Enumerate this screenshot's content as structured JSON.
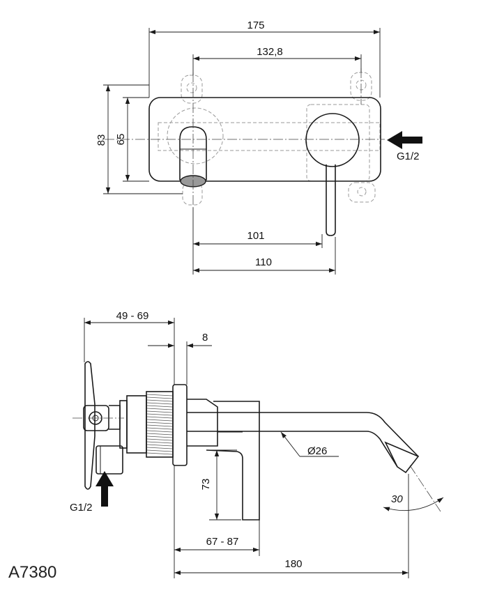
{
  "product_code": "A7380",
  "front_view": {
    "dim_width_total": "175",
    "dim_mount_spacing": "132,8",
    "dim_height_outer": "83",
    "dim_height_inner": "65",
    "dim_spout_to_lever": "101",
    "dim_spout_to_lever_outer": "110",
    "inlet_label": "G1/2"
  },
  "side_view": {
    "dim_wall_depth": "49 - 69",
    "dim_plate_thickness": "8",
    "dim_spout_diameter": "Ø26",
    "dim_lever_height": "73",
    "dim_lever_projection": "67 - 87",
    "dim_spout_projection": "180",
    "dim_angle": "30",
    "inlet_label": "G1/2"
  }
}
